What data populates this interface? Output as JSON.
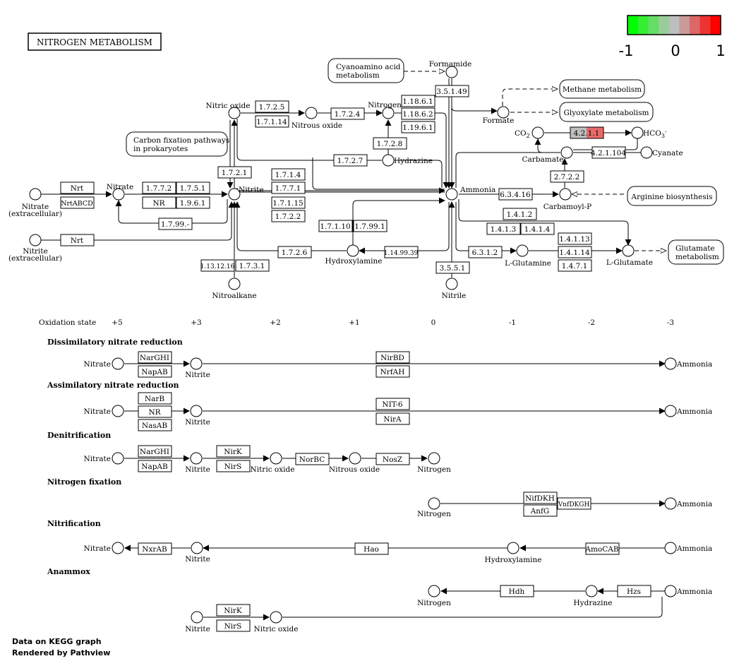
{
  "title": "NITROGEN METABOLISM",
  "legend": {
    "colors": [
      "#00ff00",
      "#33ee33",
      "#66dd66",
      "#99cc99",
      "#bebebe",
      "#cc9999",
      "#dd6666",
      "#ee3333",
      "#ff0000"
    ],
    "labels": [
      "-1",
      "0",
      "1"
    ]
  },
  "footer": [
    "Data on KEGG graph",
    "Rendered by Pathview"
  ],
  "compounds": {
    "nitrate_ext1": "Nitrate",
    "nitrate_ext1_sub": "(extracellular)",
    "nitrite_ext": "Nitrite",
    "nitrite_ext_sub": "(extracellular)",
    "nitrate": "Nitrate",
    "nitrite": "Nitrite",
    "nitric_oxide": "Nitric oxide",
    "nitrous_oxide": "Nitrous oxide",
    "nitrogen": "Nitrogen",
    "hydrazine": "Hydrazine",
    "formamide": "Formamide",
    "formate": "Formate",
    "co2": "CO",
    "co2_sub": "2",
    "hco3": "HCO",
    "hco3_sub": "3",
    "hco3_sup": "-",
    "carbamate": "Carbamate",
    "cyanate": "Cyanate",
    "ammonia": "Ammonia",
    "carbamoyl_p": "Carbamoyl-P",
    "hydroxylamine": "Hydroxylamine",
    "nitroalkane": "Nitroalkane",
    "nitrile": "Nitrile",
    "l_glutamine": "L-Glutamine",
    "l_glutamate": "L-Glutamate"
  },
  "maps": {
    "cyanoamino": [
      "Cyanoamino acid",
      "metabolism"
    ],
    "carbon_fixation": [
      "Carbon fixation pathways",
      "in prokaryotes"
    ],
    "methane": "Methane metabolism",
    "glyoxylate": "Glyoxylate metabolism",
    "arginine": "Arginine biosynthesis",
    "glutamate": [
      "Glutamate",
      "metabolism"
    ]
  },
  "enzymes": {
    "nrt1": "Nrt",
    "nrtabcd": "NrtABCD",
    "nrt2": "Nrt",
    "e1772": "1.7.7.2",
    "e1751": "1.7.5.1",
    "nr": "NR",
    "e1961": "1.9.6.1",
    "e1799": "1.7.99.-",
    "e1725": "1.7.2.5",
    "e17114": "1.7.1.14",
    "e1724": "1.7.2.4",
    "e1721": "1.7.2.1",
    "e1714": "1.7.1.4",
    "e1771": "1.7.7.1",
    "e17115": "1.7.1.15",
    "e1722": "1.7.2.2",
    "e18661": "1.18.6.1",
    "e18662": "1.18.6.2",
    "e19161": "1.19.6.1",
    "e1728": "1.7.2.8",
    "e1727": "1.7.2.7",
    "e35149": "3.5.1.49",
    "e4211": "4.2.1.1",
    "e421104": "4.2.1.104",
    "e2722": "2.7.2.2",
    "e63416": "6.3.4.16",
    "e1412": "1.4.1.2",
    "e1413": "1.4.1.3",
    "e1414": "1.4.1.4",
    "e17110": "1.7.1.10",
    "e17991": "1.7.99.1",
    "e1726": "1.7.2.6",
    "e114": "1.14.99.39",
    "e11312": "1.13.12.16",
    "e1731": "1.7.3.1",
    "e3551": "3.5.5.1",
    "e6312": "6.3.1.2",
    "e14113": "1.4.1.13",
    "e14114": "1.4.1.14",
    "e1471": "1.4.7.1"
  },
  "e4211_value": 0.6,
  "oxidation": {
    "label": "Oxidation state",
    "states": [
      "+5",
      "+3",
      "+2",
      "+1",
      "0",
      "-1",
      "-2",
      "-3"
    ]
  },
  "modules": {
    "dissim": {
      "title": "Dissimilatory nitrate reduction",
      "nitrate": "Nitrate",
      "nitrite": "Nitrite",
      "ammonia": "Ammonia",
      "narghi": "NarGHI",
      "napab": "NapAB",
      "nirbd": "NirBD",
      "nrfah": "NrfAH"
    },
    "assim": {
      "title": "Assimilatory nitrate reduction",
      "nitrate": "Nitrate",
      "nitrite": "Nitrite",
      "ammonia": "Ammonia",
      "narb": "NarB",
      "nr": "NR",
      "nasab": "NasAB",
      "nit6": "NIT-6",
      "nira": "NirA"
    },
    "denit": {
      "title": "Denitrification",
      "nitrate": "Nitrate",
      "nitrite": "Nitrite",
      "nitric_oxide": "Nitric oxide",
      "nitrous_oxide": "Nitrous oxide",
      "nitrogen": "Nitrogen",
      "narghi": "NarGHI",
      "napab": "NapAB",
      "nirk": "NirK",
      "nirs": "NirS",
      "norbc": "NorBC",
      "nosz": "NosZ"
    },
    "fix": {
      "title": "Nitrogen fixation",
      "nitrogen": "Nitrogen",
      "ammonia": "Ammonia",
      "nifdkh": "NifDKH",
      "anfg": "AnfG",
      "vnfdkgh": "VnfDKGH"
    },
    "nitrif": {
      "title": "Nitrification",
      "nitrate": "Nitrate",
      "nitrite": "Nitrite",
      "hydroxylamine": "Hydroxylamine",
      "ammonia": "Ammonia",
      "nxrab": "NxrAB",
      "hao": "Hao",
      "amocab": "AmoCAB"
    },
    "anammox": {
      "title": "Anammox",
      "nitrogen": "Nitrogen",
      "hydrazine": "Hydrazine",
      "ammonia": "Ammonia",
      "hdh": "Hdh",
      "hzs": "Hzs",
      "nitrite": "Nitrite",
      "nitric_oxide": "Nitric oxide",
      "nirk": "NirK",
      "nirs": "NirS"
    }
  }
}
